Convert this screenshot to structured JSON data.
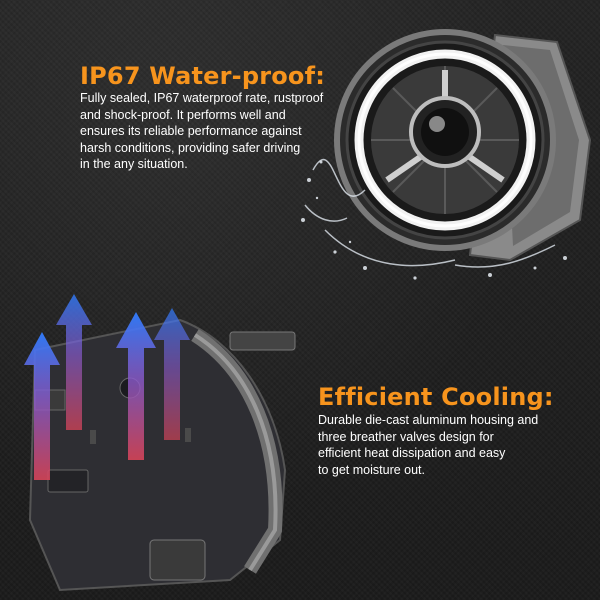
{
  "waterproof": {
    "title": "IP67 Water-proof:",
    "lines": [
      "Fully sealed, IP67 waterproof rate, rustproof",
      "and shock-proof. It performs well and",
      "ensures its reliable performance against",
      "harsh conditions, providing safer driving",
      "in the any situation."
    ]
  },
  "cooling": {
    "title": "Efficient Cooling:",
    "lines": [
      "Durable die-cast aluminum housing and",
      "three breather valves design for",
      "efficient heat dissipation and easy",
      "to get moisture out."
    ]
  },
  "colors": {
    "accent": "#f7941d",
    "background": "#1d1d1d",
    "text": "#ffffff",
    "airflow_cool": "#2f7dff",
    "airflow_warm": "#e0455a"
  }
}
